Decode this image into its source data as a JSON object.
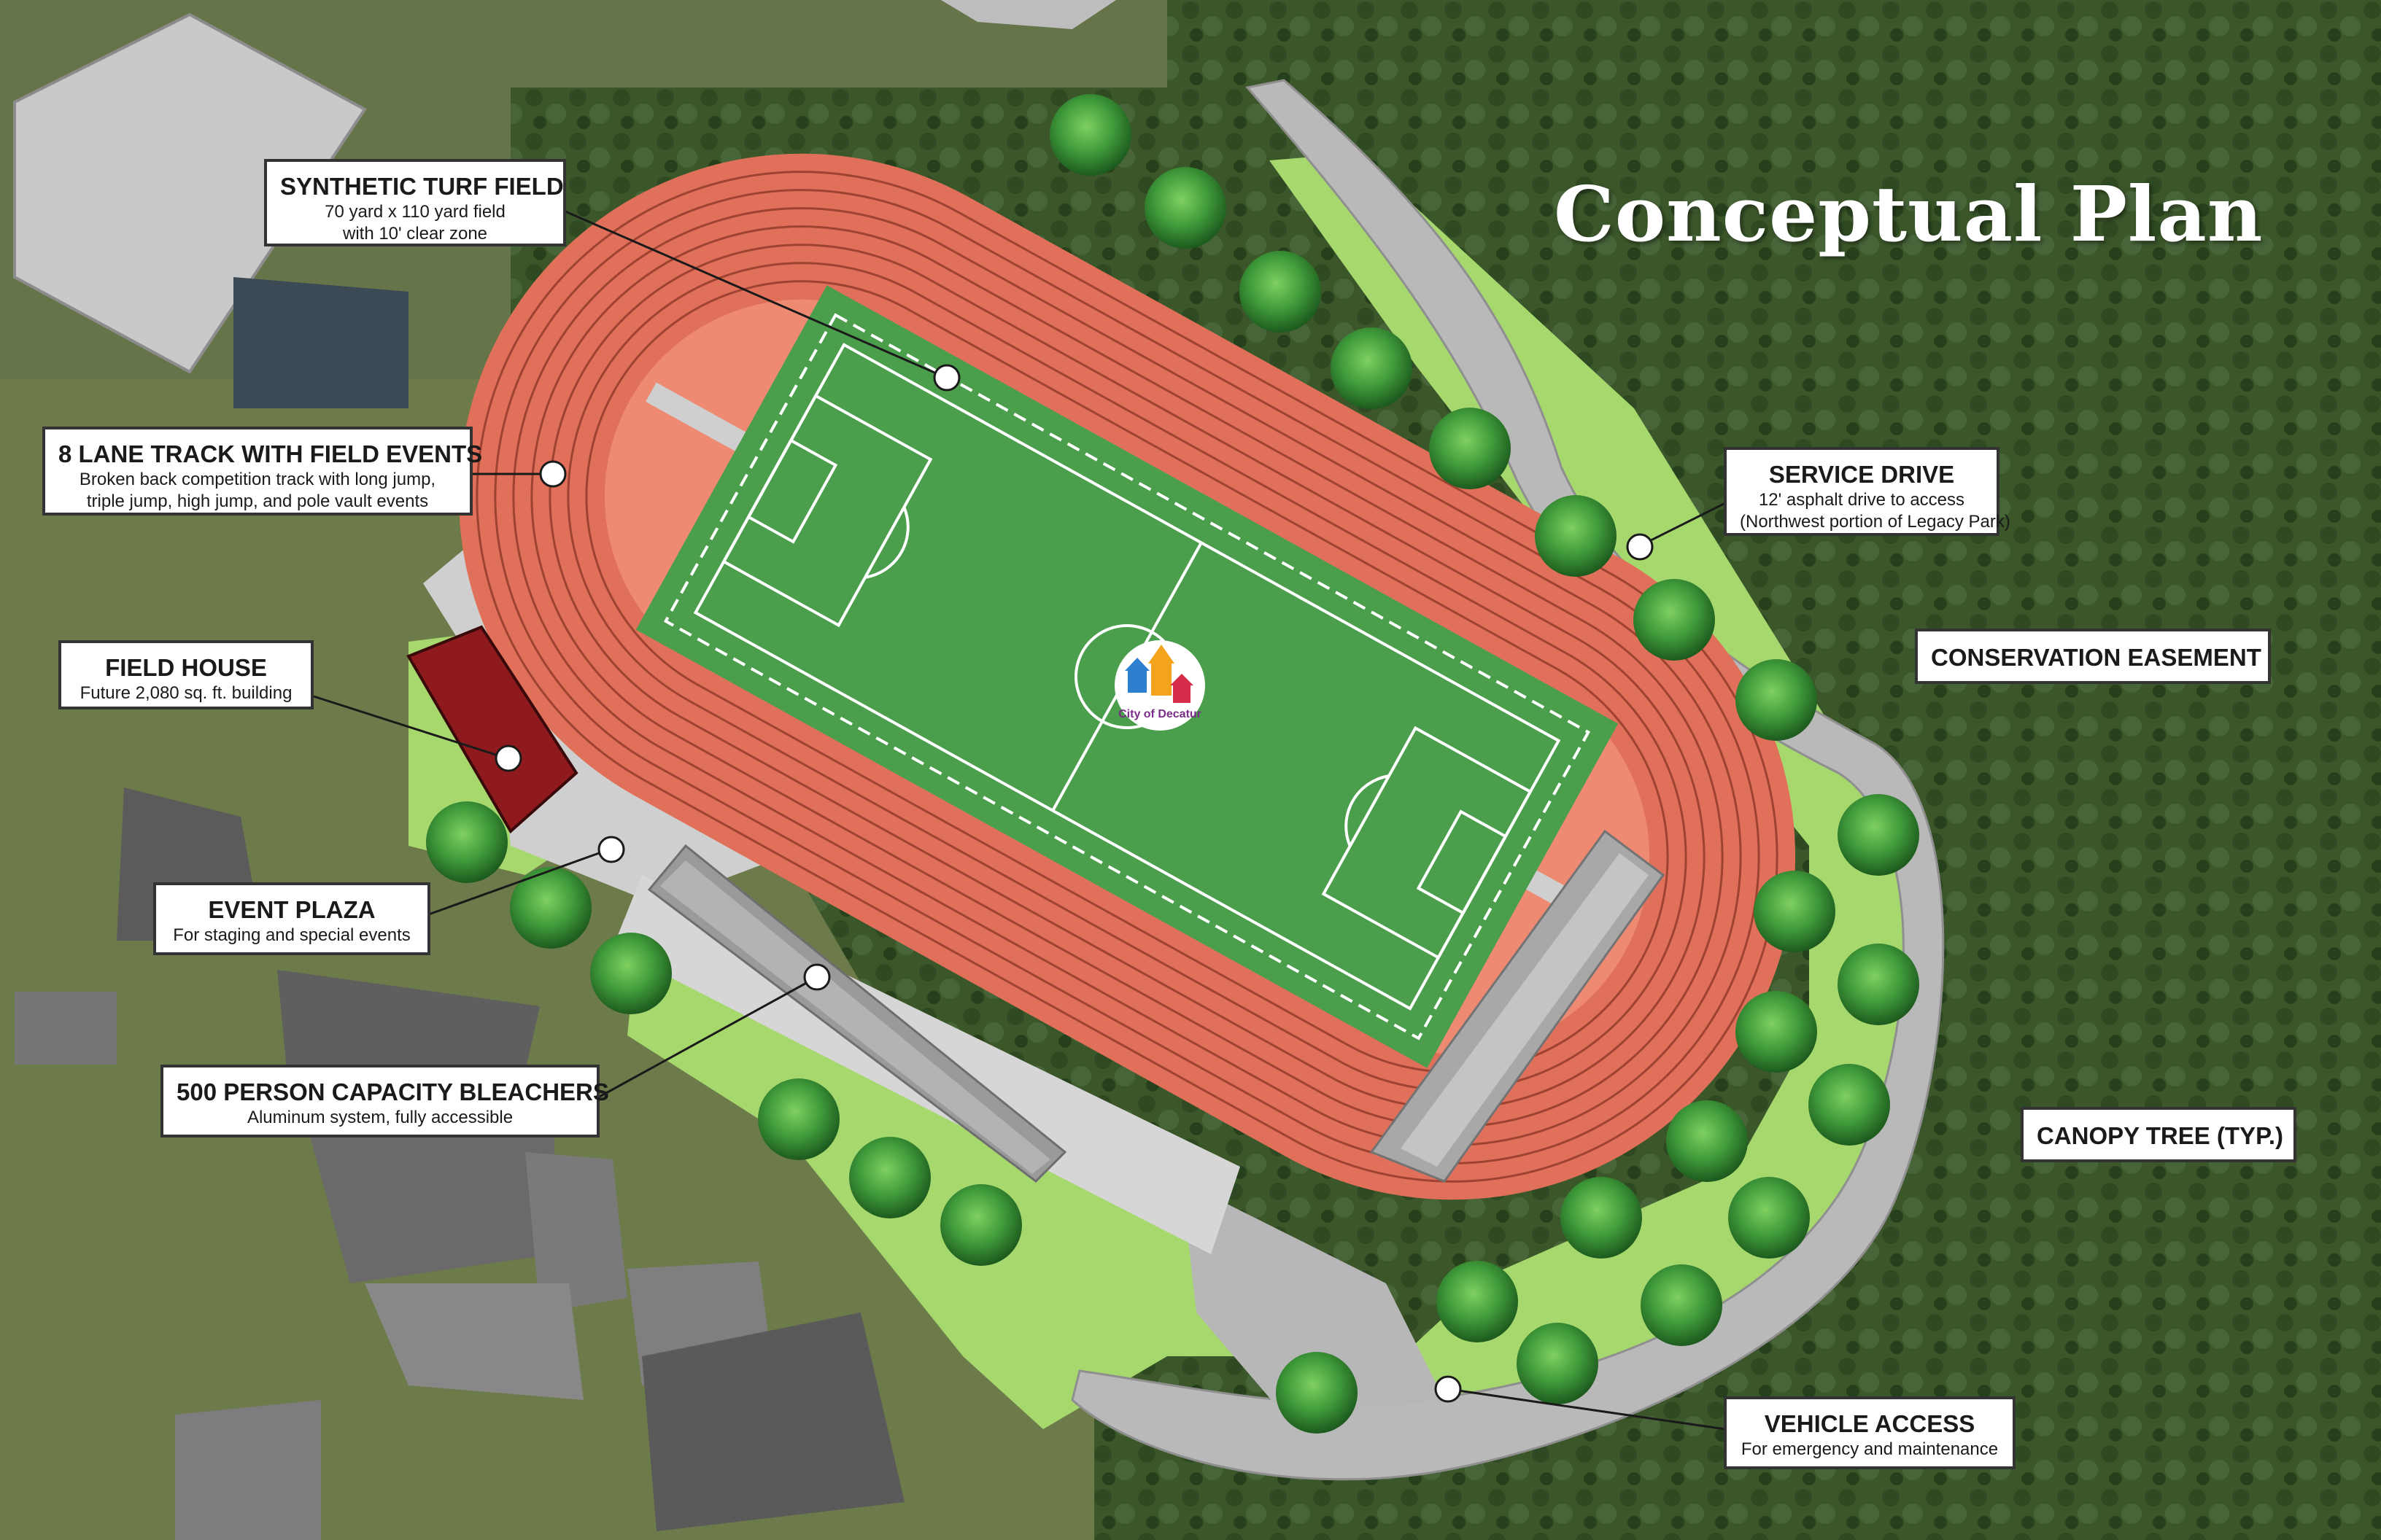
{
  "map": {
    "title": "Conceptual Plan",
    "field_logo_text": "City of Decatur",
    "colors": {
      "aerial_forest": "#3d5a2c",
      "aerial_grass": "#6f7d4a",
      "turf": "#4a9e4c",
      "track": "#e0705a",
      "track_apron": "#ee8a72",
      "lawn": "#a6d86e",
      "plaza": "#cfcfcf",
      "field_house": "#8e1a1e",
      "lines": "#ffffff"
    }
  },
  "callouts": [
    {
      "id": "synthetic-turf-field",
      "title": "SYNTHETIC TURF FIELD",
      "lines": [
        "70 yard x 110 yard field",
        "with 10' clear zone"
      ]
    },
    {
      "id": "track",
      "title": "8 LANE TRACK WITH FIELD EVENTS",
      "lines": [
        "Broken back competition track with long jump,",
        "triple jump, high jump, and pole vault events"
      ]
    },
    {
      "id": "field-house",
      "title": "FIELD HOUSE",
      "lines": [
        "Future 2,080 sq. ft. building"
      ]
    },
    {
      "id": "event-plaza",
      "title": "EVENT PLAZA",
      "lines": [
        "For staging and special events"
      ]
    },
    {
      "id": "bleachers",
      "title": "500 PERSON CAPACITY BLEACHERS",
      "lines": [
        "Aluminum system, fully accessible"
      ]
    },
    {
      "id": "service-drive",
      "title": "SERVICE DRIVE",
      "lines": [
        "12' asphalt drive to access",
        "(Northwest portion of Legacy Park)"
      ]
    },
    {
      "id": "conservation-easement",
      "title": "CONSERVATION EASEMENT",
      "lines": []
    },
    {
      "id": "canopy-tree",
      "title": "CANOPY TREE (TYP.)",
      "lines": []
    },
    {
      "id": "vehicle-access",
      "title": "VEHICLE ACCESS",
      "lines": [
        "For emergency and maintenance"
      ]
    }
  ]
}
